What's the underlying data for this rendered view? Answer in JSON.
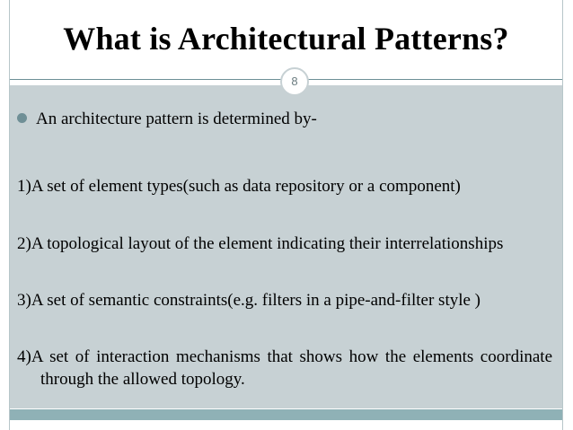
{
  "slide": {
    "title": "What is Architectural Patterns?",
    "page_number": "8",
    "bullet": "An architecture pattern is determined by-",
    "items": [
      {
        "text": "1)A set of element types(such as data repository or a component)"
      },
      {
        "text": "2)A topological layout of the element indicating their interrelationships"
      },
      {
        "text": "3)A set of semantic constraints(e.g. filters in a pipe-and-filter style )"
      },
      {
        "text": "4)A set of interaction mechanisms that shows how the elements coordinate through the allowed topology."
      }
    ]
  },
  "colors": {
    "background": "#ffffff",
    "body_panel": "#c7d1d4",
    "accent": "#8fb1b6",
    "bullet": "#6f8f96",
    "text": "#000000"
  }
}
